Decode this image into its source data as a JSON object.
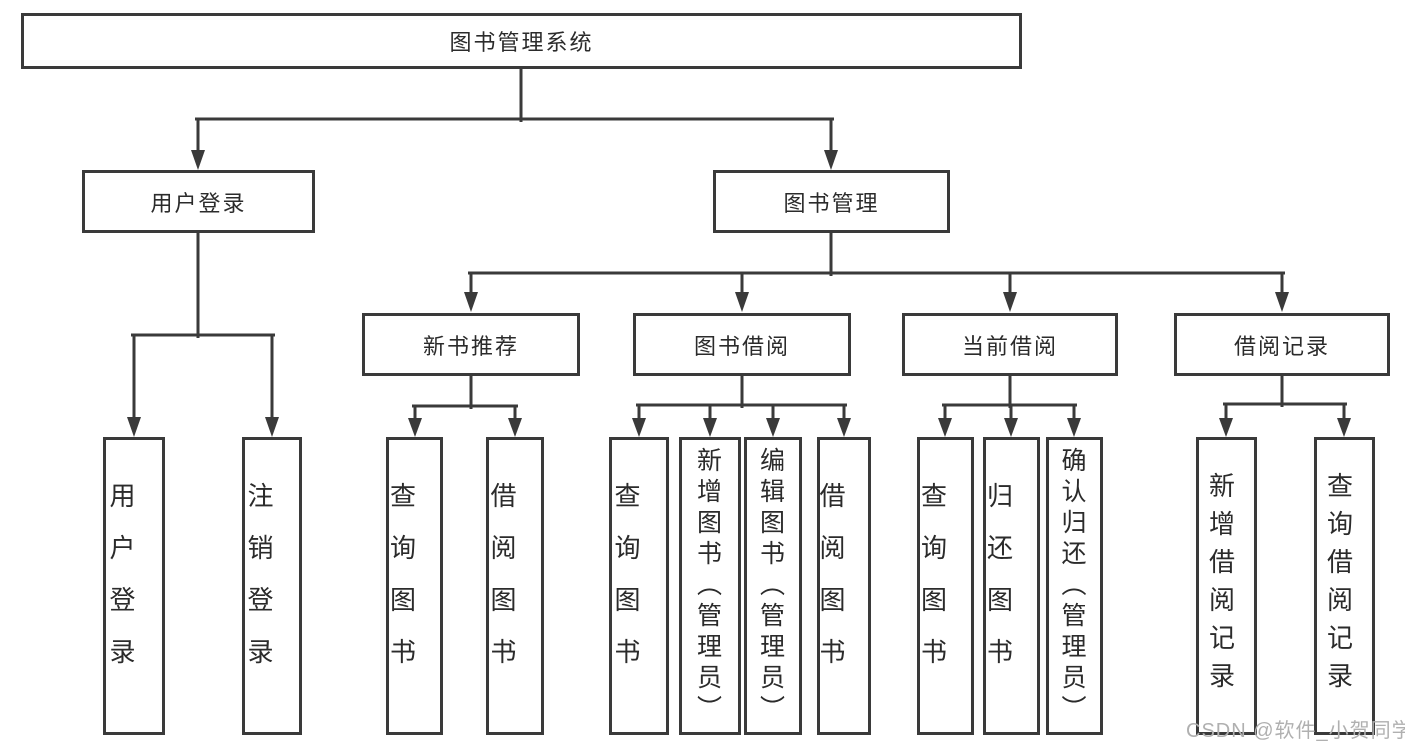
{
  "diagram_type": "hierarchy-tree",
  "colors": {
    "line": "#3a3a3a",
    "box_border": "#3a3a3a",
    "box_background": "#ffffff",
    "text": "#2b2b2b",
    "watermark_text": "#b0b0b0",
    "page_background": "#ffffff"
  },
  "watermark": {
    "text": "CSDN @软件_小贺同学"
  },
  "tree": {
    "label": "图书管理系统",
    "children": [
      {
        "label": "用户登录",
        "children": [
          {
            "label": "用户登录"
          },
          {
            "label": "注销登录"
          }
        ]
      },
      {
        "label": "图书管理",
        "children": [
          {
            "label": "新书推荐",
            "children": [
              {
                "label": "查询图书"
              },
              {
                "label": "借阅图书"
              }
            ]
          },
          {
            "label": "图书借阅",
            "children": [
              {
                "label": "查询图书"
              },
              {
                "label": "新增图书（管理员）"
              },
              {
                "label": "编辑图书（管理员）"
              },
              {
                "label": "借阅图书"
              }
            ]
          },
          {
            "label": "当前借阅",
            "children": [
              {
                "label": "查询图书"
              },
              {
                "label": "归还图书"
              },
              {
                "label": "确认归还（管理员）"
              }
            ]
          },
          {
            "label": "借阅记录",
            "children": [
              {
                "label": "新增借阅记录"
              },
              {
                "label": "查询借阅记录"
              }
            ]
          }
        ]
      }
    ]
  }
}
